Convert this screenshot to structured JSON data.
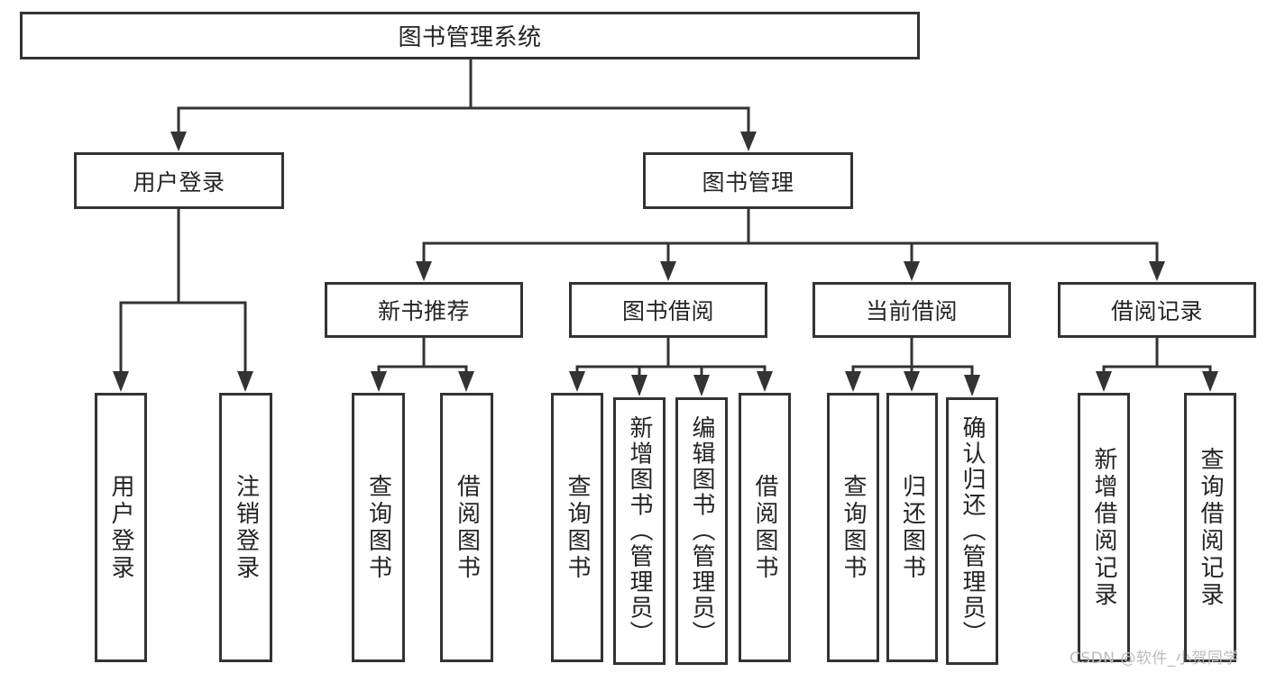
{
  "diagram": {
    "watermark": "CSDN @软件_小贺同学",
    "colors": {
      "line": "#333333",
      "box_border": "#333333",
      "box_fill": "#ffffff",
      "text": "#242424",
      "watermark": "#bcbcbc",
      "background": "#ffffff"
    },
    "tree": {
      "label": "图书管理系统",
      "children": [
        {
          "label": "用户登录",
          "children": [
            {
              "label": "用户登录"
            },
            {
              "label": "注销登录"
            }
          ]
        },
        {
          "label": "图书管理",
          "children": [
            {
              "label": "新书推荐",
              "children": [
                {
                  "label": "查询图书"
                },
                {
                  "label": "借阅图书"
                }
              ]
            },
            {
              "label": "图书借阅",
              "children": [
                {
                  "label": "查询图书"
                },
                {
                  "label": "新增图书（管理员）"
                },
                {
                  "label": "编辑图书（管理员）"
                },
                {
                  "label": "借阅图书"
                }
              ]
            },
            {
              "label": "当前借阅",
              "children": [
                {
                  "label": "查询图书"
                },
                {
                  "label": "归还图书"
                },
                {
                  "label": "确认归还（管理员）"
                }
              ]
            },
            {
              "label": "借阅记录",
              "children": [
                {
                  "label": "新增借阅记录"
                },
                {
                  "label": "查询借阅记录"
                }
              ]
            }
          ]
        }
      ]
    }
  }
}
